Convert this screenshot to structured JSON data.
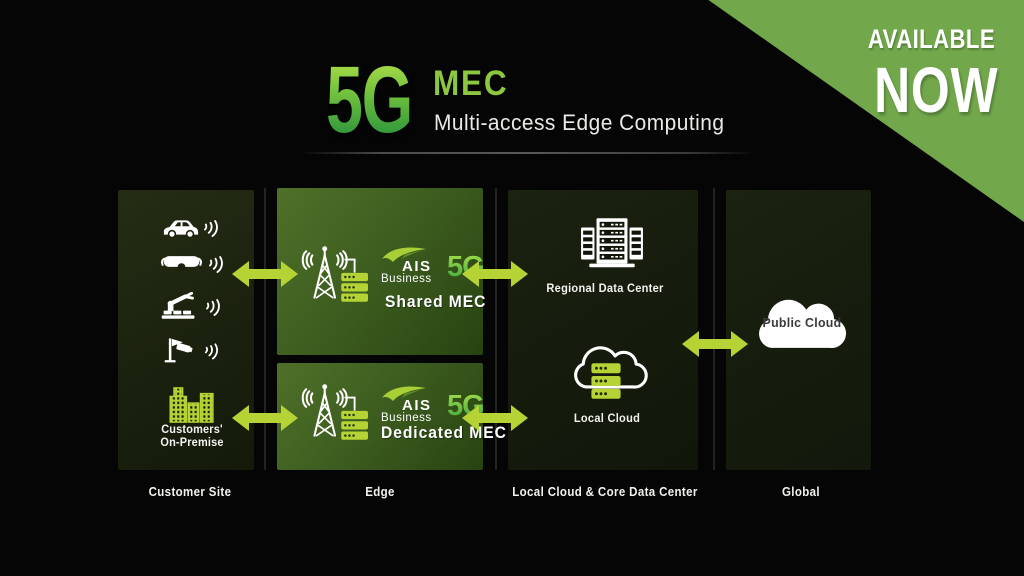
{
  "banner": {
    "line1": "AVAILABLE",
    "line2": "NOW"
  },
  "header": {
    "tech": "5G",
    "product": "MEC",
    "subtitle": "Multi-access Edge Computing"
  },
  "customer_site": {
    "label": "Customer Site",
    "premise": {
      "line1": "Customers'",
      "line2": "On-Premise"
    }
  },
  "edge": {
    "label": "Edge",
    "brand": {
      "name": "AIS",
      "sub": "Business",
      "gen": "5G"
    },
    "boxes": [
      {
        "name": "Shared MEC"
      },
      {
        "name": "Dedicated MEC"
      }
    ]
  },
  "core": {
    "label": "Local Cloud & Core Data Center",
    "regional": {
      "name": "Regional Data Center"
    },
    "local": {
      "name": "Local Cloud"
    }
  },
  "global": {
    "label": "Global",
    "public_cloud": {
      "name": "Public Cloud"
    }
  },
  "icons": {
    "customer_devices": [
      "connected-car-icon",
      "smart-glasses-icon",
      "robotic-arm-icon",
      "cctv-camera-icon"
    ],
    "signal": "signal-waves-icon",
    "premise": "customer-buildings-icon",
    "edge": "cell-tower-with-server-icon",
    "regional": "server-racks-icon",
    "local": "cloud-with-servers-icon",
    "global": "cloud-icon",
    "connector": "bidirectional-arrow-icon"
  },
  "colors": {
    "accent": "#b5d334",
    "banner_green": "#72a84b",
    "brand_green": "#8dc63f",
    "edge_box_green": "#3e5e20",
    "background": "#050505"
  }
}
